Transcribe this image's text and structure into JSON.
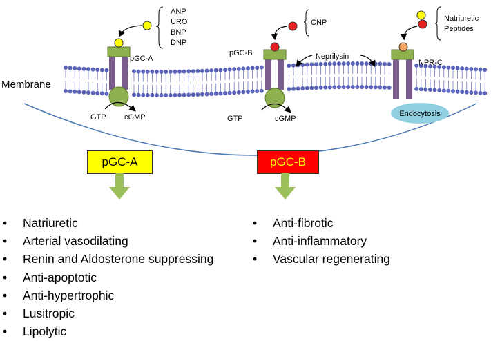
{
  "membrane_label": "Membrane",
  "receptors": {
    "a": {
      "label": "pGC-A",
      "gtp": "GTP",
      "cgmp": "cGMP",
      "ligands": [
        "ANP",
        "URO",
        "BNP",
        "DNP"
      ]
    },
    "b": {
      "label": "pGC-B",
      "gtp": "GTP",
      "cgmp": "cGMP",
      "ligands": [
        "CNP"
      ]
    },
    "c": {
      "label": "NPR-C",
      "ligands": [
        "Natriuretic",
        "Peptides"
      ],
      "endocytosis": "Endocytosis"
    }
  },
  "neprilysin": "Neprilysin",
  "boxes": {
    "a": "pGC-A",
    "b": "pGC-B"
  },
  "effects_a": [
    "Natriuretic",
    "Arterial vasodilating",
    "Renin and Aldosterone suppressing",
    "Anti-apoptotic",
    "Anti-hypertrophic",
    "Lusitropic",
    "Lipolytic"
  ],
  "effects_b": [
    "Anti-fibrotic",
    "Anti-inflammatory",
    "Vascular regenerating"
  ],
  "colors": {
    "membrane": "#5b63b8",
    "receptor": "#7a5c8e",
    "domain": "#8fb04f",
    "yellow": "#ffff00",
    "red": "#e41f1f",
    "endocytosis": "#8fcfe0",
    "arrow": "#9bbf5a",
    "curve": "#4a78b5"
  }
}
